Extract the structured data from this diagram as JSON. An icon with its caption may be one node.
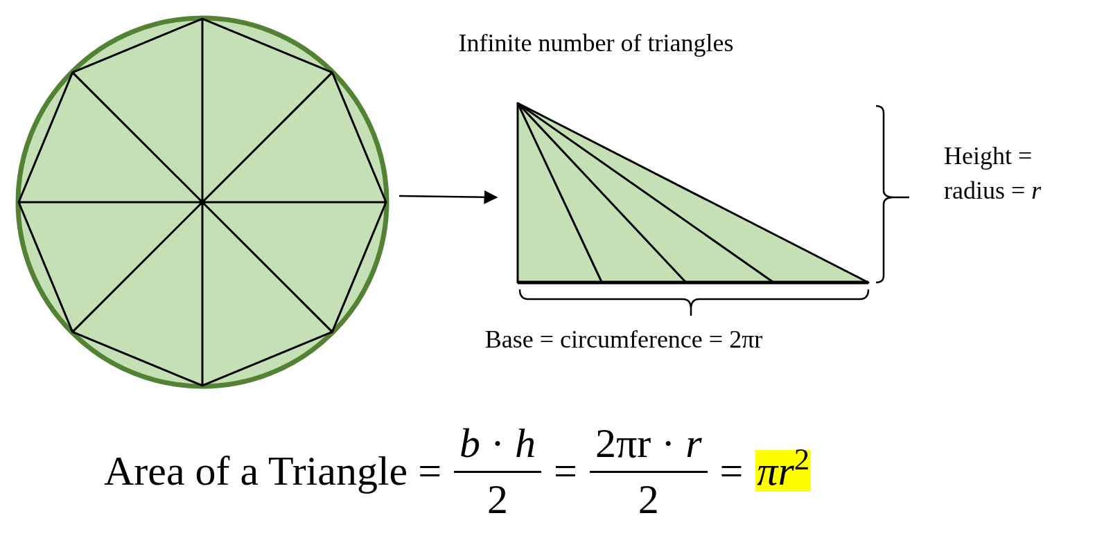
{
  "diagram": {
    "nodes": [
      {
        "text": [],
        "shape": "circle"
      },
      {
        "text": [],
        "shape": "triangle"
      }
    ],
    "edges": [
      {
        "from": 0,
        "to": 1,
        "arrow": "to"
      }
    ],
    "labels": [
      "Infinite number of triangles",
      "Height = radius = *r*",
      "Base = circumference = 2πr",
      "Area of a Triangle =",
      "*b* · *h*",
      "2",
      "=",
      "2πr · *r*",
      "2",
      "=",
      "*πr*$^{2}$"
    ]
  }
}
